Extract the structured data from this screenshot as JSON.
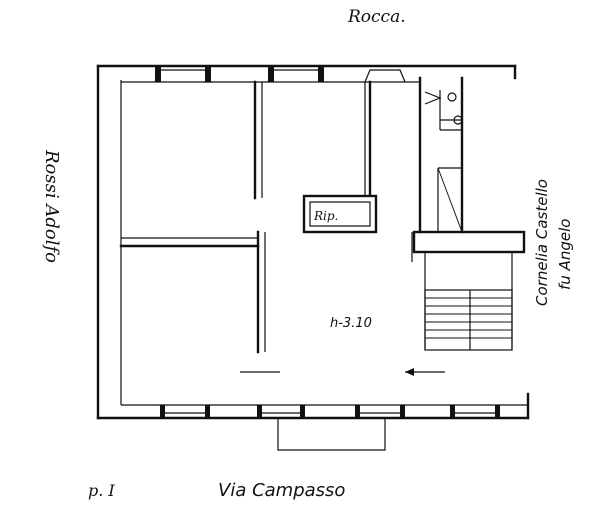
{
  "labels": {
    "north_street": "Rocca.",
    "south_street": "Via Campasso",
    "west_owner": "Rossi Adolfo",
    "east_owner_line1": "Cornelia Castello",
    "east_owner_line2": "fu Angelo",
    "storage_room": "Rip.",
    "ceiling_height": "h-3.10",
    "floor_level": "p. I"
  },
  "colors": {
    "ink": "#111111",
    "paper": "#ffffff"
  }
}
